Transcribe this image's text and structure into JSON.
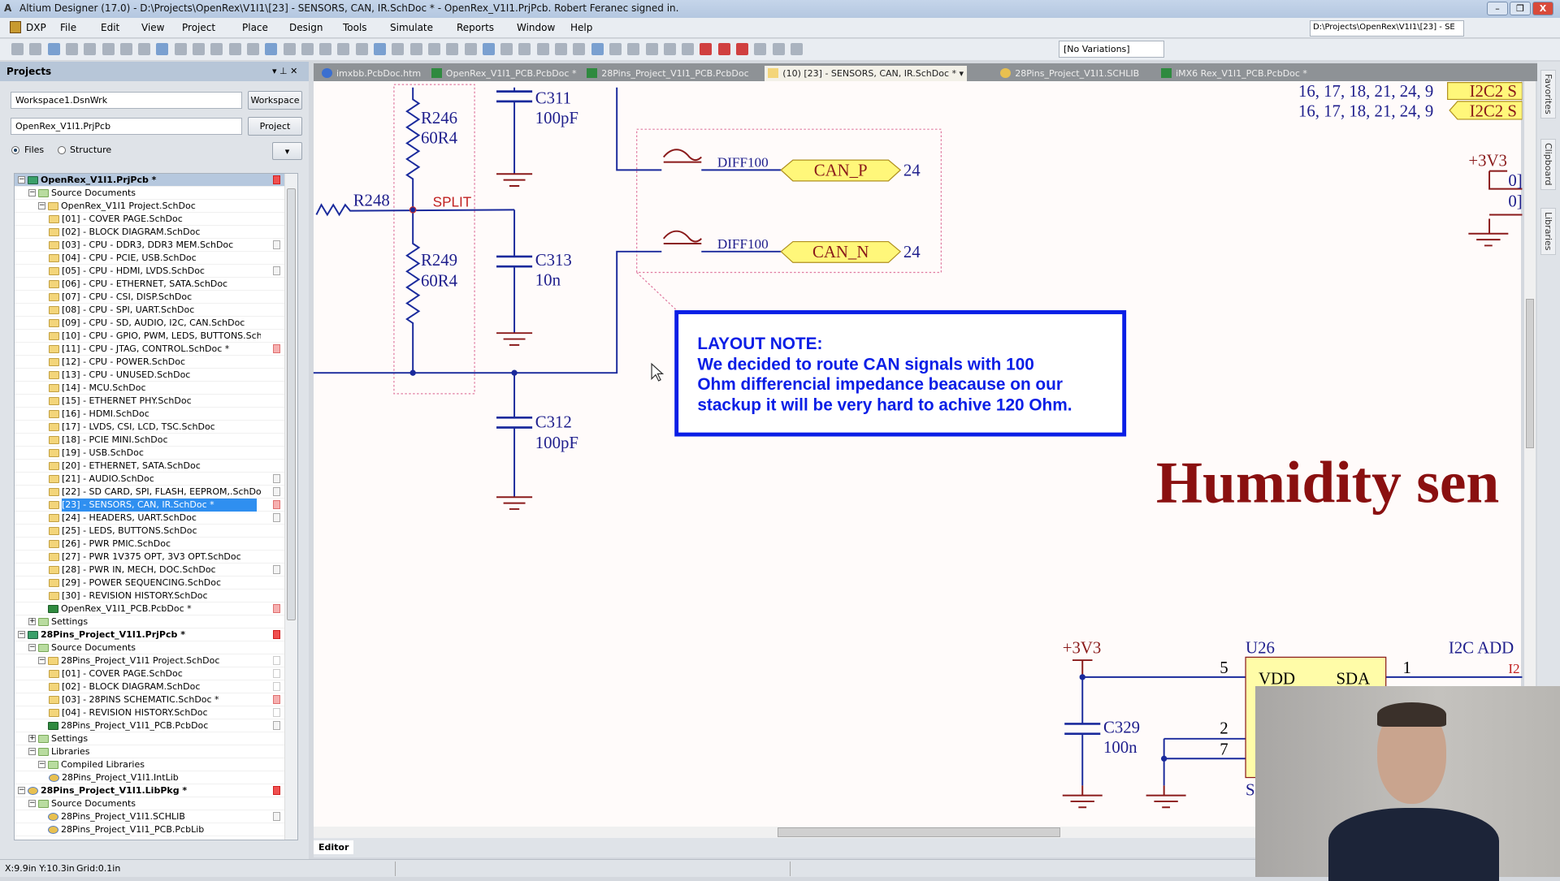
{
  "window": {
    "title": "Altium Designer (17.0) - D:\\Projects\\OpenRex\\V1I1\\[23] - SENSORS, CAN, IR.SchDoc * - OpenRex_V1I1.PrjPcb. Robert Feranec signed in.",
    "min": "–",
    "max": "❐",
    "close": "X"
  },
  "menu": [
    "DXP",
    "File",
    "Edit",
    "View",
    "Project",
    "Place",
    "Design",
    "Tools",
    "Simulate",
    "Reports",
    "Window",
    "Help"
  ],
  "toolbar": {
    "path": "D:\\Projects\\OpenRex\\V1I1\\[23] - SE",
    "variations": "[No Variations]"
  },
  "panel": {
    "title": "Projects",
    "pin": "▾ ⊥ ✕",
    "workspace": "Workspace1.DsnWrk",
    "workspace_btn": "Workspace",
    "project": "OpenRex_V1I1.PrjPcb",
    "project_btn": "Project",
    "radio_files": "Files",
    "radio_structure": "Structure"
  },
  "tree": [
    {
      "label": "OpenRex_V1I1.PrjPcb *",
      "level": 0,
      "icon": "prj",
      "exp": "−",
      "bold": true,
      "status": "red",
      "hl": true
    },
    {
      "label": "Source Documents",
      "level": 1,
      "icon": "folder",
      "exp": "−"
    },
    {
      "label": "OpenRex_V1I1 Project.SchDoc",
      "level": 2,
      "icon": "doc",
      "exp": "−"
    },
    {
      "label": "[01] - COVER PAGE.SchDoc",
      "level": 3,
      "icon": "doc"
    },
    {
      "label": "[02] - BLOCK DIAGRAM.SchDoc",
      "level": 3,
      "icon": "doc"
    },
    {
      "label": "[03] - CPU - DDR3, DDR3 MEM.SchDoc",
      "level": 3,
      "icon": "doc",
      "status": "grey"
    },
    {
      "label": "[04] - CPU - PCIE, USB.SchDoc",
      "level": 3,
      "icon": "doc"
    },
    {
      "label": "[05] - CPU - HDMI, LVDS.SchDoc",
      "level": 3,
      "icon": "doc",
      "status": "grey"
    },
    {
      "label": "[06] - CPU - ETHERNET, SATA.SchDoc",
      "level": 3,
      "icon": "doc"
    },
    {
      "label": "[07] - CPU - CSI, DISP.SchDoc",
      "level": 3,
      "icon": "doc"
    },
    {
      "label": "[08] - CPU - SPI, UART.SchDoc",
      "level": 3,
      "icon": "doc"
    },
    {
      "label": "[09] - CPU - SD, AUDIO, I2C, CAN.SchDoc",
      "level": 3,
      "icon": "doc"
    },
    {
      "label": "[10] - CPU - GPIO, PWM, LEDS, BUTTONS.SchI",
      "level": 3,
      "icon": "doc"
    },
    {
      "label": "[11] - CPU - JTAG, CONTROL.SchDoc *",
      "level": 3,
      "icon": "doc",
      "status": "pink"
    },
    {
      "label": "[12] - CPU - POWER.SchDoc",
      "level": 3,
      "icon": "doc"
    },
    {
      "label": "[13] - CPU - UNUSED.SchDoc",
      "level": 3,
      "icon": "doc"
    },
    {
      "label": "[14] - MCU.SchDoc",
      "level": 3,
      "icon": "doc"
    },
    {
      "label": "[15] - ETHERNET PHY.SchDoc",
      "level": 3,
      "icon": "doc"
    },
    {
      "label": "[16] - HDMI.SchDoc",
      "level": 3,
      "icon": "doc"
    },
    {
      "label": "[17] - LVDS, CSI, LCD, TSC.SchDoc",
      "level": 3,
      "icon": "doc"
    },
    {
      "label": "[18] - PCIE MINI.SchDoc",
      "level": 3,
      "icon": "doc"
    },
    {
      "label": "[19] - USB.SchDoc",
      "level": 3,
      "icon": "doc"
    },
    {
      "label": "[20] - ETHERNET, SATA.SchDoc",
      "level": 3,
      "icon": "doc"
    },
    {
      "label": "[21] - AUDIO.SchDoc",
      "level": 3,
      "icon": "doc",
      "status": "grey"
    },
    {
      "label": "[22] - SD CARD, SPI, FLASH, EEPROM,.SchDoc",
      "level": 3,
      "icon": "doc",
      "status": "grey"
    },
    {
      "label": "[23] - SENSORS, CAN, IR.SchDoc *",
      "level": 3,
      "icon": "doc",
      "status": "pink",
      "selected": true
    },
    {
      "label": "[24] - HEADERS, UART.SchDoc",
      "level": 3,
      "icon": "doc",
      "status": "grey"
    },
    {
      "label": "[25] - LEDS, BUTTONS.SchDoc",
      "level": 3,
      "icon": "doc"
    },
    {
      "label": "[26] - PWR PMIC.SchDoc",
      "level": 3,
      "icon": "doc"
    },
    {
      "label": "[27] - PWR 1V375 OPT, 3V3 OPT.SchDoc",
      "level": 3,
      "icon": "doc"
    },
    {
      "label": "[28] - PWR IN, MECH, DOC.SchDoc",
      "level": 3,
      "icon": "doc",
      "status": "grey"
    },
    {
      "label": "[29] - POWER SEQUENCING.SchDoc",
      "level": 3,
      "icon": "doc"
    },
    {
      "label": "[30] - REVISION HISTORY.SchDoc",
      "level": 3,
      "icon": "doc"
    },
    {
      "label": "OpenRex_V1I1_PCB.PcbDoc *",
      "level": 2,
      "icon": "pcb",
      "status": "pink"
    },
    {
      "label": "Settings",
      "level": 1,
      "icon": "folder",
      "exp": "+"
    },
    {
      "label": "28Pins_Project_V1I1.PrjPcb *",
      "level": 0,
      "icon": "prj",
      "exp": "−",
      "bold": true,
      "status": "red"
    },
    {
      "label": "Source Documents",
      "level": 1,
      "icon": "folder",
      "exp": "−"
    },
    {
      "label": "28Pins_Project_V1I1 Project.SchDoc",
      "level": 2,
      "icon": "doc",
      "exp": "−",
      "status": "white"
    },
    {
      "label": "[01] - COVER PAGE.SchDoc",
      "level": 3,
      "icon": "doc",
      "status": "white"
    },
    {
      "label": "[02] - BLOCK DIAGRAM.SchDoc",
      "level": 3,
      "icon": "doc",
      "status": "white"
    },
    {
      "label": "[03] - 28PINS SCHEMATIC.SchDoc *",
      "level": 3,
      "icon": "doc",
      "status": "pink"
    },
    {
      "label": "[04] - REVISION HISTORY.SchDoc",
      "level": 3,
      "icon": "doc",
      "status": "white"
    },
    {
      "label": "28Pins_Project_V1I1_PCB.PcbDoc",
      "level": 2,
      "icon": "pcb",
      "status": "grey"
    },
    {
      "label": "Settings",
      "level": 1,
      "icon": "folder",
      "exp": "+"
    },
    {
      "label": "Libraries",
      "level": 1,
      "icon": "folder",
      "exp": "−"
    },
    {
      "label": "Compiled Libraries",
      "level": 2,
      "icon": "folder",
      "exp": "−"
    },
    {
      "label": "28Pins_Project_V1I1.IntLib",
      "level": 3,
      "icon": "lib"
    },
    {
      "label": "28Pins_Project_V1I1.LibPkg *",
      "level": 0,
      "icon": "lib",
      "exp": "−",
      "bold": true,
      "status": "red"
    },
    {
      "label": "Source Documents",
      "level": 1,
      "icon": "folder",
      "exp": "−"
    },
    {
      "label": "28Pins_Project_V1I1.SCHLIB",
      "level": 2,
      "icon": "lib",
      "status": "grey"
    },
    {
      "label": "28Pins_Project_V1I1_PCB.PcbLib",
      "level": 2,
      "icon": "lib"
    }
  ],
  "tabs": [
    {
      "label": "imxbb.PcbDoc.htm",
      "kind": "htm"
    },
    {
      "label": "OpenRex_V1I1_PCB.PcbDoc *",
      "kind": "pcb"
    },
    {
      "label": "28Pins_Project_V1I1_PCB.PcbDoc",
      "kind": "pcb"
    },
    {
      "label": "(10) [23] - SENSORS, CAN, IR.SchDoc *  ▾",
      "kind": "sch",
      "active": true
    },
    {
      "label": "28Pins_Project_V1I1.SCHLIB",
      "kind": "lib"
    },
    {
      "label": "iMX6 Rex_V1I1_PCB.PcbDoc *",
      "kind": "pcb"
    }
  ],
  "right_panels": [
    "Favorites",
    "Clipboard",
    "Libraries"
  ],
  "schematic": {
    "r248": "R248",
    "split": "SPLIT",
    "r246": "R246",
    "r246v": "60R4",
    "r249": "R249",
    "r249v": "60R4",
    "c311": "C311",
    "c311v": "100pF",
    "c313": "C313",
    "c313v": "10n",
    "c312": "C312",
    "c312v": "100pF",
    "diff1": "DIFF100",
    "diff2": "DIFF100",
    "canp": "CAN_P",
    "cann": "CAN_N",
    "canp_ref": "24",
    "cann_ref": "24",
    "note": [
      "LAYOUT NOTE:",
      "We decided to route CAN signals with 100",
      "Ohm differencial impedance beacause on our",
      "stackup it will be very hard to achive 120 Ohm."
    ],
    "heading": "Humidity sen",
    "refs1": "16, 17, 18, 21, 24, 9",
    "refs2": "16, 17, 18, 21, 24, 9",
    "i2c1": "I2C2  S",
    "i2c2": "I2C2  S",
    "pwr1": "+3V3",
    "o1": "0]",
    "o2": "0]",
    "pwr2": "+3V3",
    "u26": "U26",
    "vdd": "VDD",
    "sda": "SDA",
    "pin5": "5",
    "pin2": "2",
    "pin7": "7",
    "pin1": "1",
    "c329": "C329",
    "c329v": "100n",
    "i2cadd": "I2C ADD",
    "i2": "I2",
    "s": "S"
  },
  "editor_tab": "Editor",
  "status": {
    "coords": "X:9.9in Y:10.3in",
    "grid": "Grid:0.1in"
  },
  "colors": {
    "wire": "#1a2a9c",
    "part": "#8a1a1a",
    "text": "#1e1e8c",
    "port": "#fff77a",
    "note": "#0a1ee6"
  }
}
